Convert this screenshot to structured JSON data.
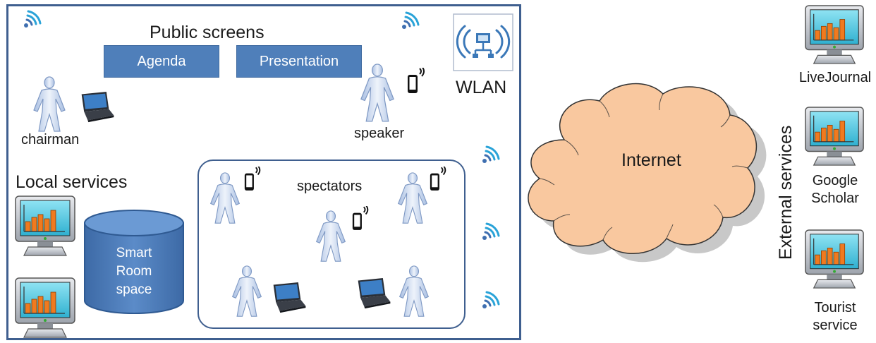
{
  "room": {
    "public_screens_label": "Public screens",
    "screens": [
      "Agenda",
      "Presentation"
    ],
    "wlan_label": "WLAN",
    "chairman_label": "chairman",
    "speaker_label": "speaker",
    "local_services_label": "Local services",
    "smart_room_label": [
      "Smart",
      "Room",
      "space"
    ],
    "spectators_label": "spectators"
  },
  "cloud": {
    "label": "Internet"
  },
  "external": {
    "label": "External services",
    "services": [
      "LiveJournal",
      "Google",
      "Scholar",
      "Tourist",
      "service"
    ]
  },
  "colors": {
    "room_border": "#3f5f8f",
    "screen_fill": "#4f7fba",
    "cloud_fill": "#f9c89f",
    "person_fill": "#cfdcf0",
    "bar_color": "#f07a1f"
  },
  "icons": [
    "wifi-signal-icon",
    "wlan-router-icon",
    "person-icon",
    "laptop-icon",
    "phone-icon",
    "monitor-chart-icon",
    "database-cylinder-icon",
    "cloud-icon"
  ]
}
